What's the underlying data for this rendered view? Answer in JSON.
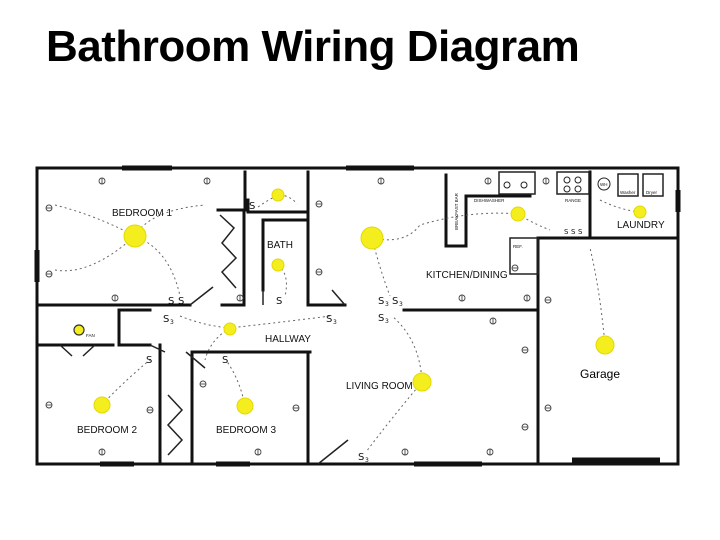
{
  "title": "Bathroom Wiring Diagram",
  "rooms": {
    "bedroom1": "BEDROOM 1",
    "bath": "BATH",
    "hallway": "HALLWAY",
    "kitchen": "KITCHEN/DINING",
    "living": "LIVING ROOM",
    "bedroom2": "BEDROOM 2",
    "bedroom3": "BEDROOM 3",
    "laundry": "LAUNDRY",
    "garage": "Garage"
  },
  "fixtures": {
    "breakfast_bar": "BREAKFAST BAR",
    "dishwasher": "DISHWASHER",
    "range": "RANGE",
    "ref": "REF.",
    "wh": "WH",
    "washer": "Washer",
    "dryer": "Dryer",
    "fan": "FAN"
  },
  "switch": {
    "single": "S",
    "three_way": "3"
  },
  "colors": {
    "light": "#f4ee1e",
    "wall": "#111111",
    "wire": "#666666"
  }
}
